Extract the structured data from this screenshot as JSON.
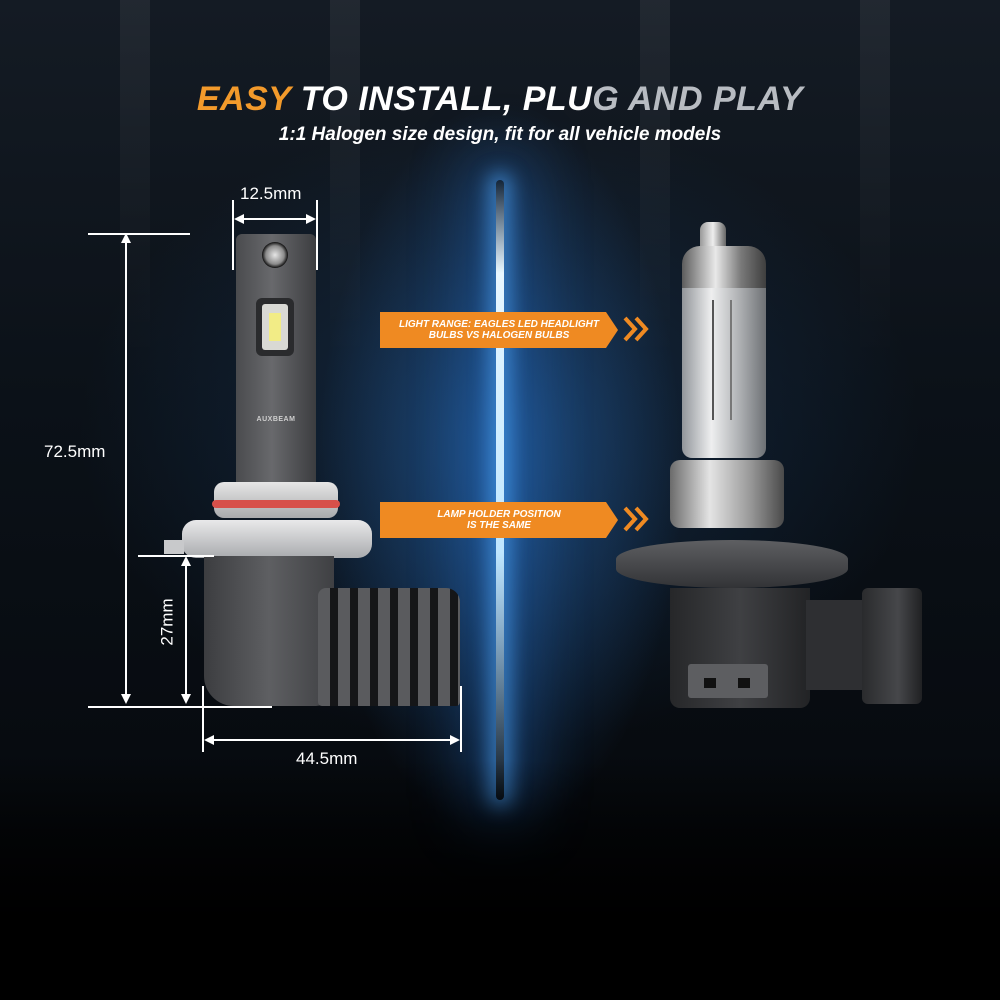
{
  "header": {
    "title_accent": "EASY",
    "title_main": " TO INSTALL, PLU",
    "title_fade": "G AND PLAY",
    "subtitle": "1:1 Halogen size design, fit for all vehicle models"
  },
  "dimensions": {
    "width_top": "12.5mm",
    "height_total": "72.5mm",
    "height_base": "27mm",
    "width_base": "44.5mm"
  },
  "callouts": [
    {
      "line1": "LIGHT RANGE: EAGLES LED HEADLIGHT",
      "line2": "BULBS VS HALOGEN BULBS"
    },
    {
      "line1": "LAMP HOLDER POSITION",
      "line2": "IS THE SAME"
    }
  ],
  "products": {
    "led_bulb": {
      "brand": "AUXBEAM"
    },
    "halogen_bulb": {}
  },
  "colors": {
    "accent": "#ef8a22",
    "background": "#0b1118",
    "beam": "#bfe6ff"
  }
}
